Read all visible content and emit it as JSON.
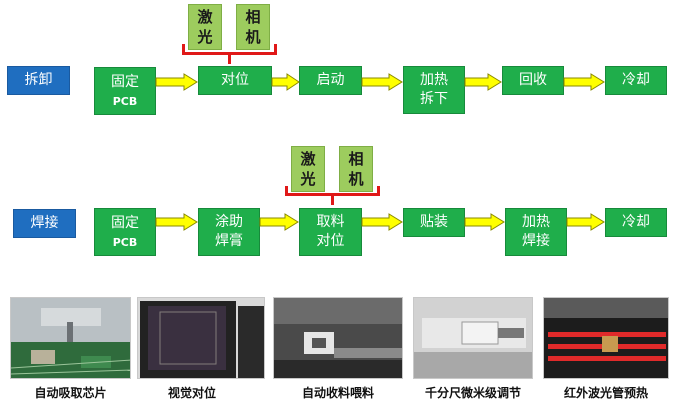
{
  "row1": {
    "label": "拆卸",
    "steps": [
      {
        "line1": "固定",
        "line2": "PCB"
      },
      {
        "line1": "对位",
        "line2": ""
      },
      {
        "line1": "启动",
        "line2": ""
      },
      {
        "line1": "加热",
        "line2": "拆下"
      },
      {
        "line1": "回收",
        "line2": ""
      },
      {
        "line1": "冷却",
        "line2": ""
      }
    ],
    "sensors": [
      {
        "line1": "激",
        "line2": "光"
      },
      {
        "line1": "相",
        "line2": "机"
      }
    ]
  },
  "row2": {
    "label": "焊接",
    "steps": [
      {
        "line1": "固定",
        "line2": "PCB"
      },
      {
        "line1": "涂助",
        "line2": "焊膏"
      },
      {
        "line1": "取料",
        "line2": "对位"
      },
      {
        "line1": "贴装",
        "line2": ""
      },
      {
        "line1": "加热",
        "line2": "焊接"
      },
      {
        "line1": "冷却",
        "line2": ""
      }
    ],
    "sensors": [
      {
        "line1": "激",
        "line2": "光"
      },
      {
        "line1": "相",
        "line2": "机"
      }
    ]
  },
  "photos": [
    {
      "caption": "自动吸取芯片",
      "icon": "chip-pickup-nozzle-photo"
    },
    {
      "caption": "视觉对位",
      "icon": "vision-alignment-monitor-photo"
    },
    {
      "caption": "自动收料喂料",
      "icon": "auto-feeder-photo"
    },
    {
      "caption": "千分尺微米级调节",
      "icon": "micrometer-adjustment-photo"
    },
    {
      "caption": "红外波光管预热",
      "icon": "infrared-preheater-photo"
    }
  ],
  "colors": {
    "step_green": "#1fae4b",
    "label_blue": "#1f6ec0",
    "sensor_green": "#9dcc5e",
    "arrow_yellow": "#ffff00",
    "bracket_red": "#e01818"
  }
}
